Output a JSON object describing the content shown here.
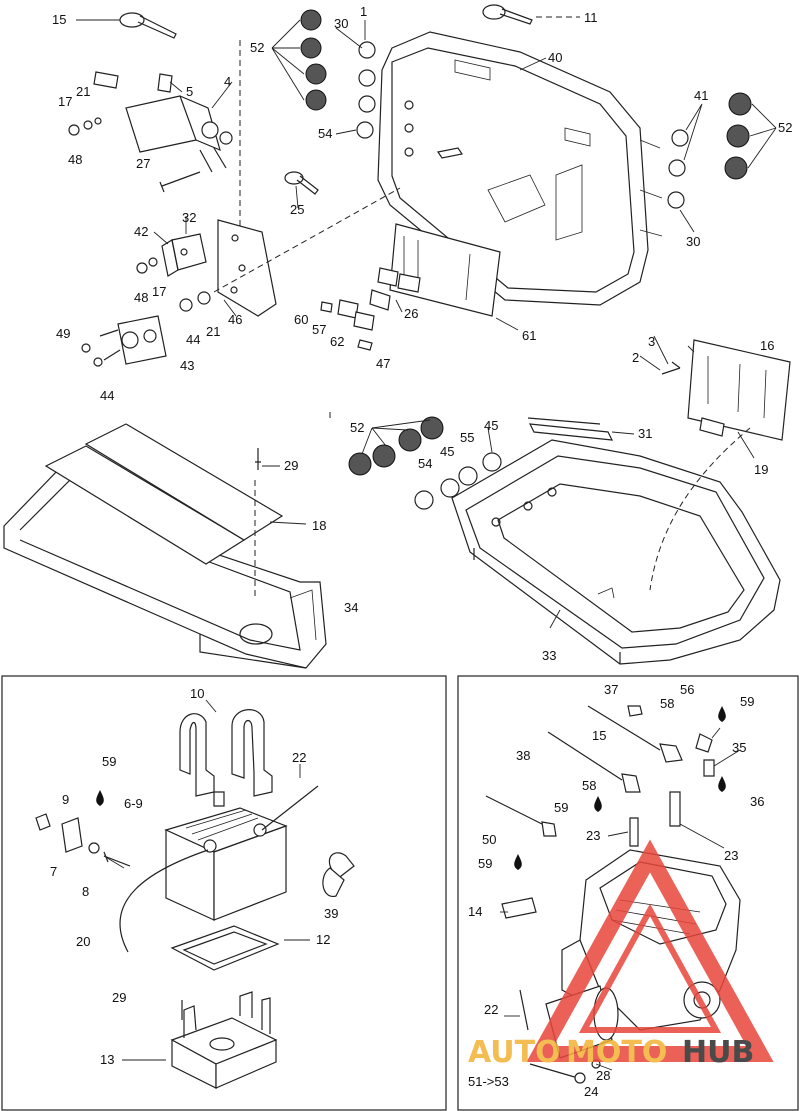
{
  "labels": {
    "p1": "1",
    "p2": "2",
    "p3": "3",
    "p4": "4",
    "p5": "5",
    "p6_9": "6-9",
    "p7": "7",
    "p8": "8",
    "p9": "9",
    "p10": "10",
    "p11": "11",
    "p12": "12",
    "p13": "13",
    "p14": "14",
    "p15a": "15",
    "p15b": "15",
    "p16": "16",
    "p17a": "17",
    "p17b": "17",
    "p18": "18",
    "p19": "19",
    "p20": "20",
    "p21a": "21",
    "p21b": "21",
    "p22a": "22",
    "p22b": "22",
    "p23a": "23",
    "p23b": "23",
    "p24": "24",
    "p25": "25",
    "p26": "26",
    "p27": "27",
    "p28": "28",
    "p29a": "29",
    "p29b": "29",
    "p30a": "30",
    "p30b": "30",
    "p31": "31",
    "p32": "32",
    "p33": "33",
    "p34": "34",
    "p35": "35",
    "p36": "36",
    "p37": "37",
    "p38": "38",
    "p39": "39",
    "p40": "40",
    "p41": "41",
    "p42": "42",
    "p43": "43",
    "p44a": "44",
    "p44b": "44",
    "p45a": "45",
    "p45b": "45",
    "p46": "46",
    "p47": "47",
    "p48a": "48",
    "p48b": "48",
    "p49": "49",
    "p50": "50",
    "p51_53": "51->53",
    "p52a": "52",
    "p52b": "52",
    "p52c": "52",
    "p54a": "54",
    "p54b": "54",
    "p55": "55",
    "p56": "56",
    "p57": "57",
    "p58a": "58",
    "p58b": "58",
    "p59a": "59",
    "p59b": "59",
    "p59c": "59",
    "p59d": "59",
    "p60": "60",
    "p61": "61",
    "p62": "62"
  },
  "watermark": {
    "text_auto": "AUTO",
    "text_moto": "MOTO",
    "text_hub": "HUB",
    "color_accent": "#e8463a",
    "color_gold": "#f2b233",
    "color_dark": "#2b2b2b"
  }
}
